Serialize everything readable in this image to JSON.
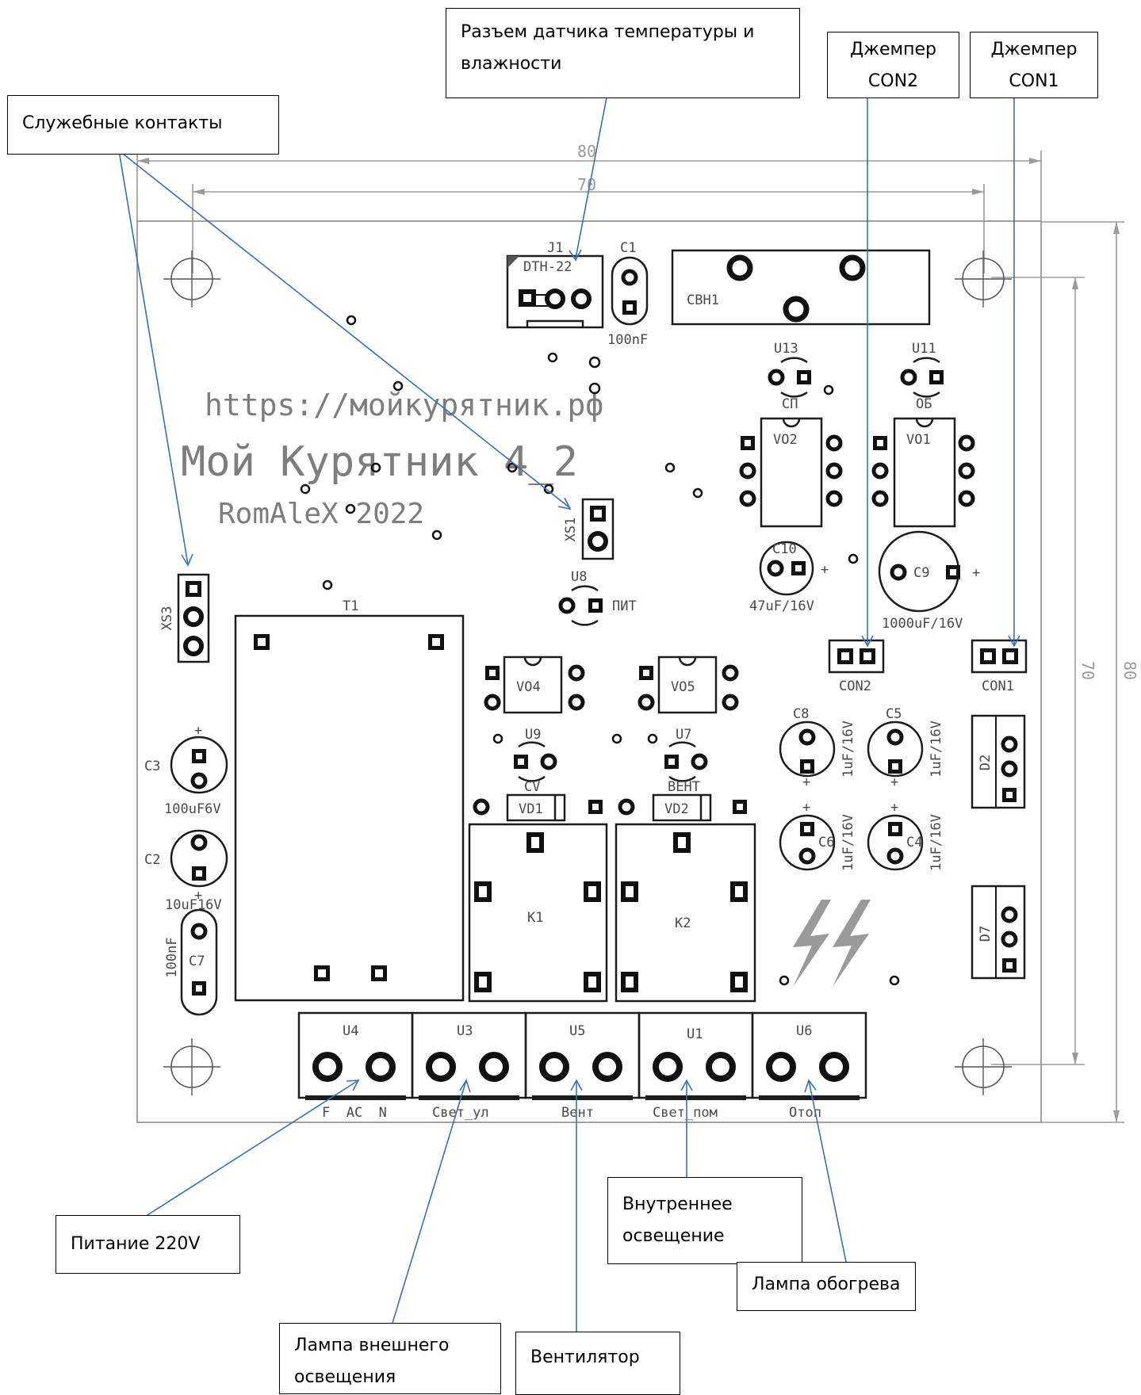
{
  "callouts": {
    "sensor": "Разъем датчика температуры и\nвлажности",
    "con2": "Джемпер\nCON2",
    "con1": "Джемпер\nCON1",
    "service": "Служебные контакты",
    "power": "Питание 220V",
    "outside_lamp": "Лампа внешнего\nосвещения",
    "fan": "Вентилятор",
    "inside_light": "Внутреннее\nосвещение",
    "heat_lamp": "Лампа обогрева"
  },
  "board": {
    "url": "https://мойкурятник.рф",
    "title": "Мой Курятник 4_2",
    "author": "RomAleX 2022"
  },
  "dimensions": {
    "width_outer": "80",
    "width_holes": "70",
    "height_holes": "70",
    "height_outer": "80"
  },
  "components": {
    "j1": "J1",
    "dth": "DTH-22",
    "c1": "C1",
    "c1_val": "100nF",
    "cbh1": "CBH1",
    "u13": "U13",
    "u13_lbl": "СП",
    "u11": "U11",
    "u11_lbl": "ОБ",
    "vo2": "VO2",
    "vo1": "VO1",
    "xs1": "XS1",
    "xs3": "XS3",
    "c10": "C10",
    "c10_val": "47uF/16V",
    "c9": "C9",
    "c9_val": "1000uF/16V",
    "u8": "U8",
    "u8_lbl": "ПИТ",
    "t1": "T1",
    "vo4": "VO4",
    "vo5": "VO5",
    "con2": "CON2",
    "con1": "CON1",
    "u9": "U9",
    "u9_lbl": "CV",
    "u7": "U7",
    "u7_lbl": "ВЕНТ",
    "vd1": "VD1",
    "vd2": "VD2",
    "k1": "K1",
    "k2": "K2",
    "c8": "C8",
    "c5": "C5",
    "c6": "C6",
    "c4": "C4",
    "cap_1uf": "1uF/16V",
    "d2": "D2",
    "d7": "D7",
    "c3": "C3",
    "c3_val": "100uF6V",
    "c2": "C2",
    "c2_val": "10uF16V",
    "c7": "C7",
    "c7_val": "100nF",
    "plus": "+"
  },
  "terminals": {
    "u4": "U4",
    "u3": "U3",
    "u5": "U5",
    "u1": "U1",
    "u6": "U6",
    "u4_lbl": "F  AC  N",
    "u3_lbl": "Свет_ул",
    "u5_lbl": "Вент",
    "u1_lbl": "Свет_пом",
    "u6_lbl": "Отоп"
  }
}
